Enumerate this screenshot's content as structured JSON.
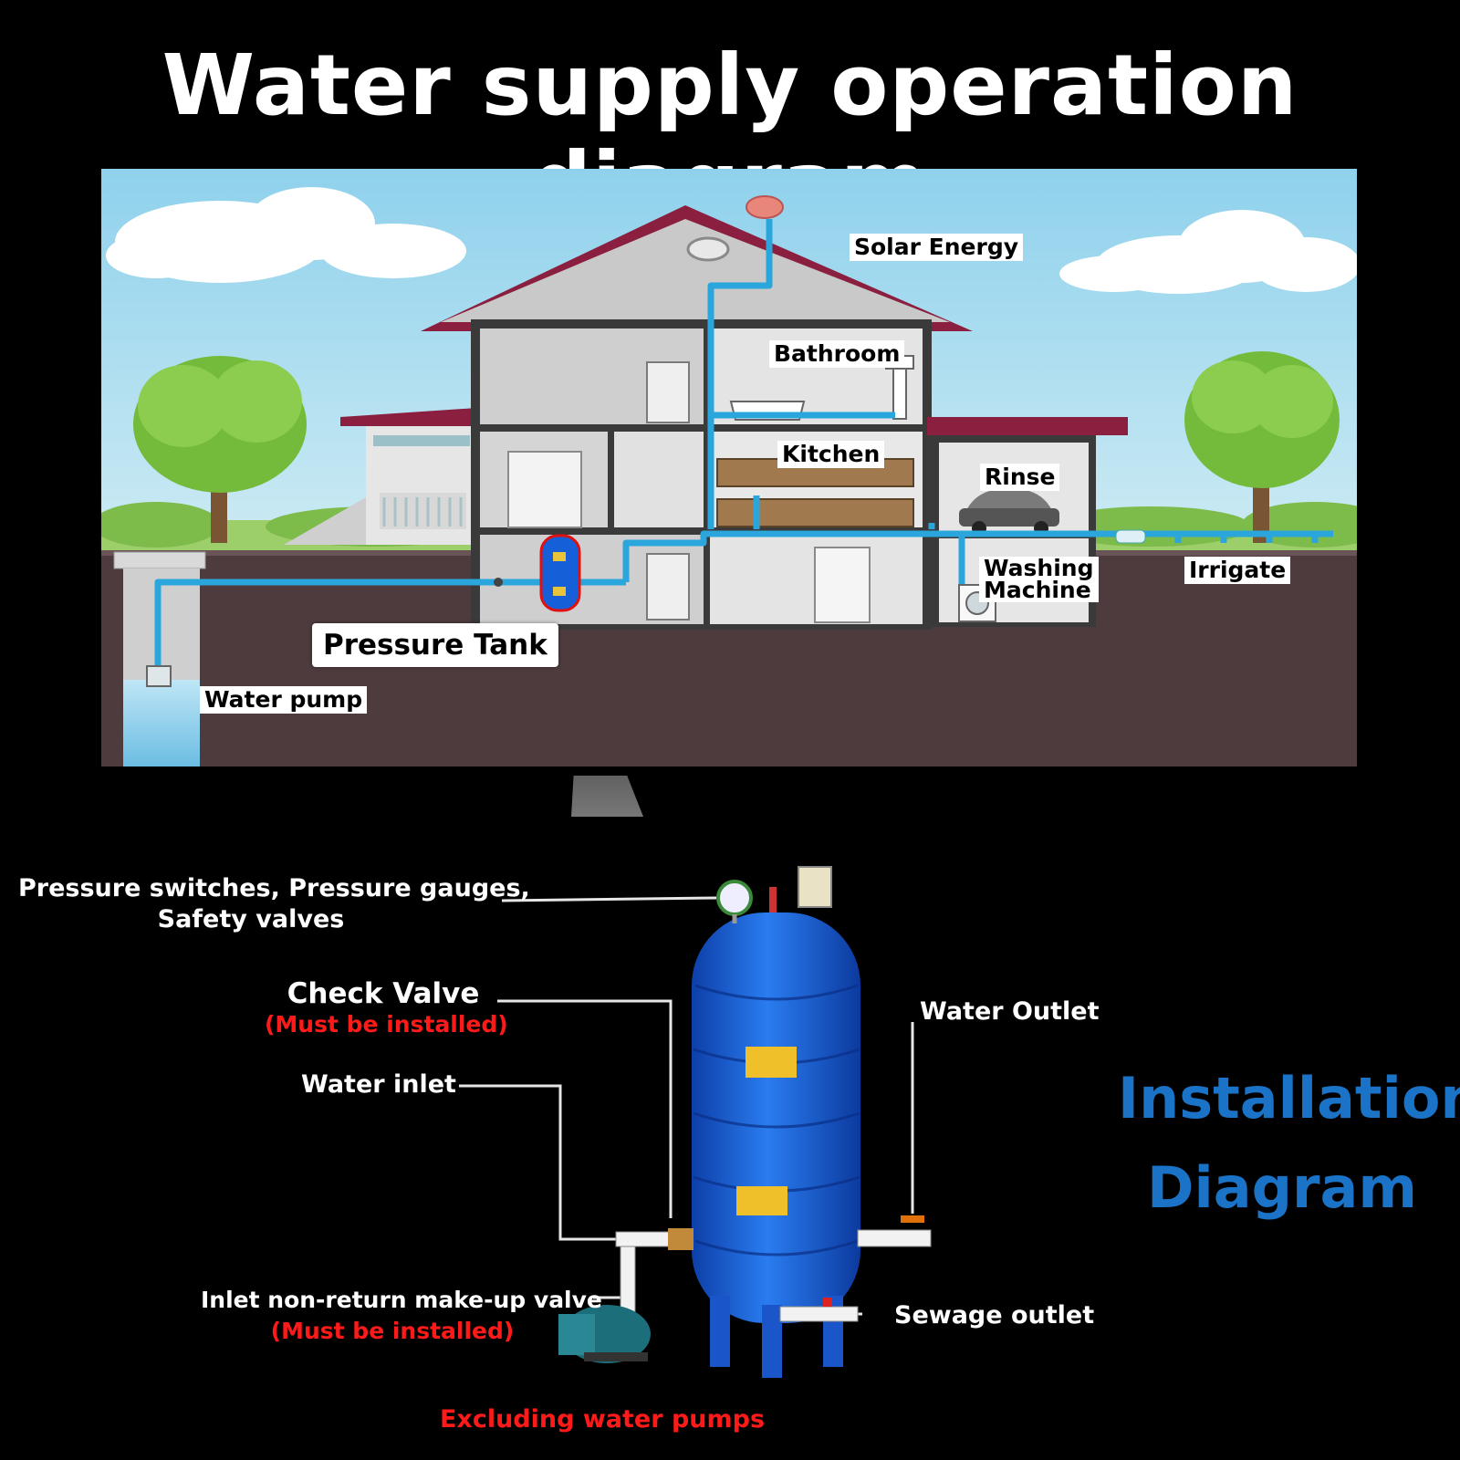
{
  "title": "Water supply operation diagram",
  "house_labels": {
    "solar_energy": "Solar Energy",
    "bathroom": "Bathroom",
    "kitchen": "Kitchen",
    "rinse": "Rinse",
    "washing_machine_line1": "Washing",
    "washing_machine_line2": "Machine",
    "irrigate": "Irrigate",
    "pressure_tank": "Pressure Tank",
    "water_pump": "Water pump"
  },
  "installation": {
    "pressure_switches_line1": "Pressure switches, Pressure gauges,",
    "pressure_switches_line2": "Safety valves",
    "check_valve": "Check Valve",
    "check_valve_note": "(Must be installed)",
    "water_inlet": "Water inlet",
    "inlet_valve": "Inlet non-return make-up valve",
    "inlet_valve_note": "(Must be installed)",
    "water_outlet": "Water Outlet",
    "sewage_outlet": "Sewage outlet",
    "diagram_title_line1": "Installation",
    "diagram_title_line2": "Diagram",
    "excluding_pumps": "Excluding water pumps"
  },
  "colors": {
    "pipe": "#2aa6dc",
    "tank_blue": "#1560d8",
    "ground": "#4d3b3d",
    "sky": "#a8dcef",
    "roof": "#8a1f3f",
    "install_title": "#1a73c7",
    "warning_red": "#ff1a1a"
  }
}
